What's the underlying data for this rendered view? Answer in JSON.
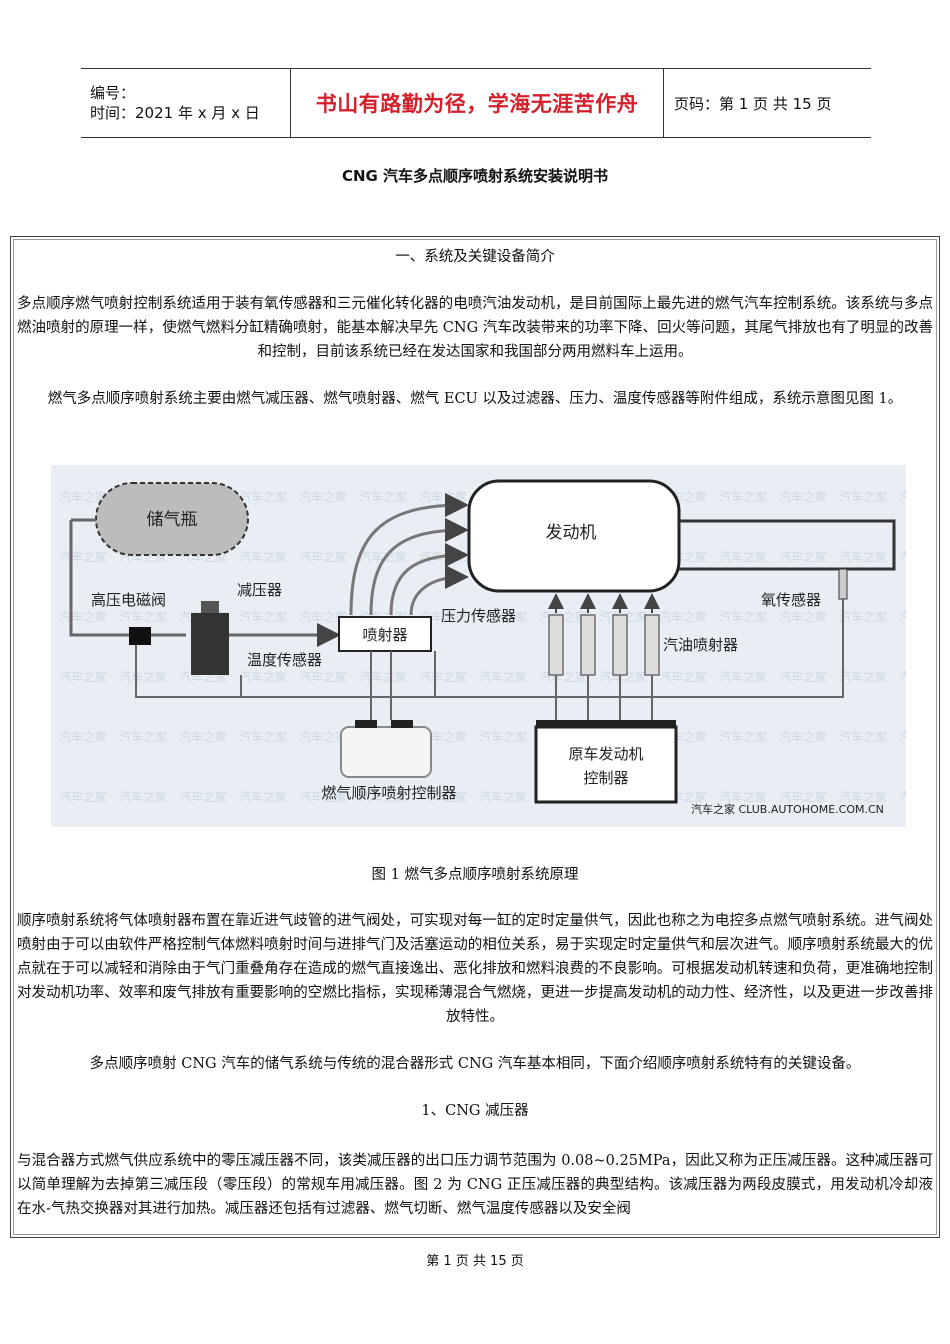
{
  "header": {
    "number_label": "编号：",
    "time_label": "时间：2021 年 x 月 x 日",
    "motto": "书山有路勤为径，学海无涯苦作舟",
    "page_info": "页码：第 1 页  共 15 页"
  },
  "title": "CNG 汽车多点顺序喷射系统安装说明书",
  "section1_heading": "一、系统及关键设备简介",
  "para1": "多点顺序燃气喷射控制系统适用于装有氧传感器和三元催化转化器的电喷汽油发动机，是目前国际上最先进的燃气汽车控制系统。该系统与多点燃油喷射的原理一样，使燃气燃料分缸精确喷射，能基本解决早先 CNG 汽车改装带来的功率下降、回火等问题，其尾气排放也有了明显的改善和控制，目前该系统已经在发达国家和我国部分两用燃料车上运用。",
  "para2": "燃气多点顺序喷射系统主要由燃气减压器、燃气喷射器、燃气 ECU 以及过滤器、压力、温度传感器等附件组成，系统示意图见图 1。",
  "diagram": {
    "tank": "储气瓶",
    "engine": "发动机",
    "solenoid": "高压电磁阀",
    "reducer": "减压器",
    "injector": "喷射器",
    "pressure_sensor": "压力传感器",
    "temp_sensor": "温度传感器",
    "oxygen_sensor": "氧传感器",
    "gasoline_injector": "汽油喷射器",
    "orig_ecu_line1": "原车发动机",
    "orig_ecu_line2": "控制器",
    "gas_controller": "燃气顺序喷射控制器",
    "watermark": "汽车之家  CLUB.AUTOHOME.COM.CN"
  },
  "figure_caption": "图 1   燃气多点顺序喷射系统原理",
  "para3": "顺序喷射系统将气体喷射器布置在靠近进气歧管的进气阀处，可实现对每一缸的定时定量供气，因此也称之为电控多点燃气喷射系统。进气阀处喷射由于可以由软件严格控制气体燃料喷射时间与进排气门及活塞运动的相位关系，易于实现定时定量供气和层次进气。顺序喷射系统最大的优点就在于可以减轻和消除由于气门重叠角存在造成的燃气直接逸出、恶化排放和燃料浪费的不良影响。可根据发动机转速和负荷，更准确地控制对发动机功率、效率和废气排放有重要影响的空燃比指标，实现稀薄混合气燃烧，更进一步提高发动机的动力性、经济性，以及更进一步改善排放特性。",
  "para4": "多点顺序喷射 CNG 汽车的储气系统与传统的混合器形式 CNG 汽车基本相同，下面介绍顺序喷射系统特有的关键设备。",
  "subheading": "1、CNG 减压器",
  "para5": "与混合器方式燃气供应系统中的零压减压器不同，该类减压器的出口压力调节范围为 0.08~0.25MPa，因此又称为正压减压器。这种减压器可以简单理解为去掉第三减压段（零压段）的常规车用减压器。图 2 为 CNG 正压减压器的典型结构。该减压器为两段皮膜式，用发动机冷却液在水-气热交换器对其进行加热。减压器还包括有过滤器、燃气切断、燃气温度传感器以及安全阀",
  "footer": "第  1  页  共  15  页"
}
